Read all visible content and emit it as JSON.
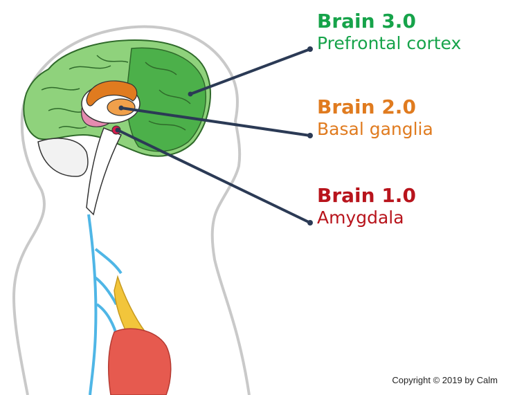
{
  "colors": {
    "brain3": "#16a34a",
    "brain2": "#e07b1f",
    "brain1": "#b8141c",
    "leader": "#2b3a55",
    "outline": "#c9c9c9",
    "cortex_fill": "#8fd27c",
    "cortex_fill_dark": "#4cb04a",
    "basal_fill": "#f0a04b",
    "amygdala_fill": "#d91b4b",
    "limbic_fill": "#e58bb0",
    "nerve": "#4fb6e6",
    "heart": "#e65a4f",
    "liver": "#f2c53b"
  },
  "labels": {
    "brain3": {
      "title": "Brain 3.0",
      "subtitle": "Prefrontal cortex"
    },
    "brain2": {
      "title": "Brain 2.0",
      "subtitle": "Basal ganglia"
    },
    "brain1": {
      "title": "Brain 1.0",
      "subtitle": "Amygdala"
    }
  },
  "copyright": "Copyright © 2019 by Calm"
}
